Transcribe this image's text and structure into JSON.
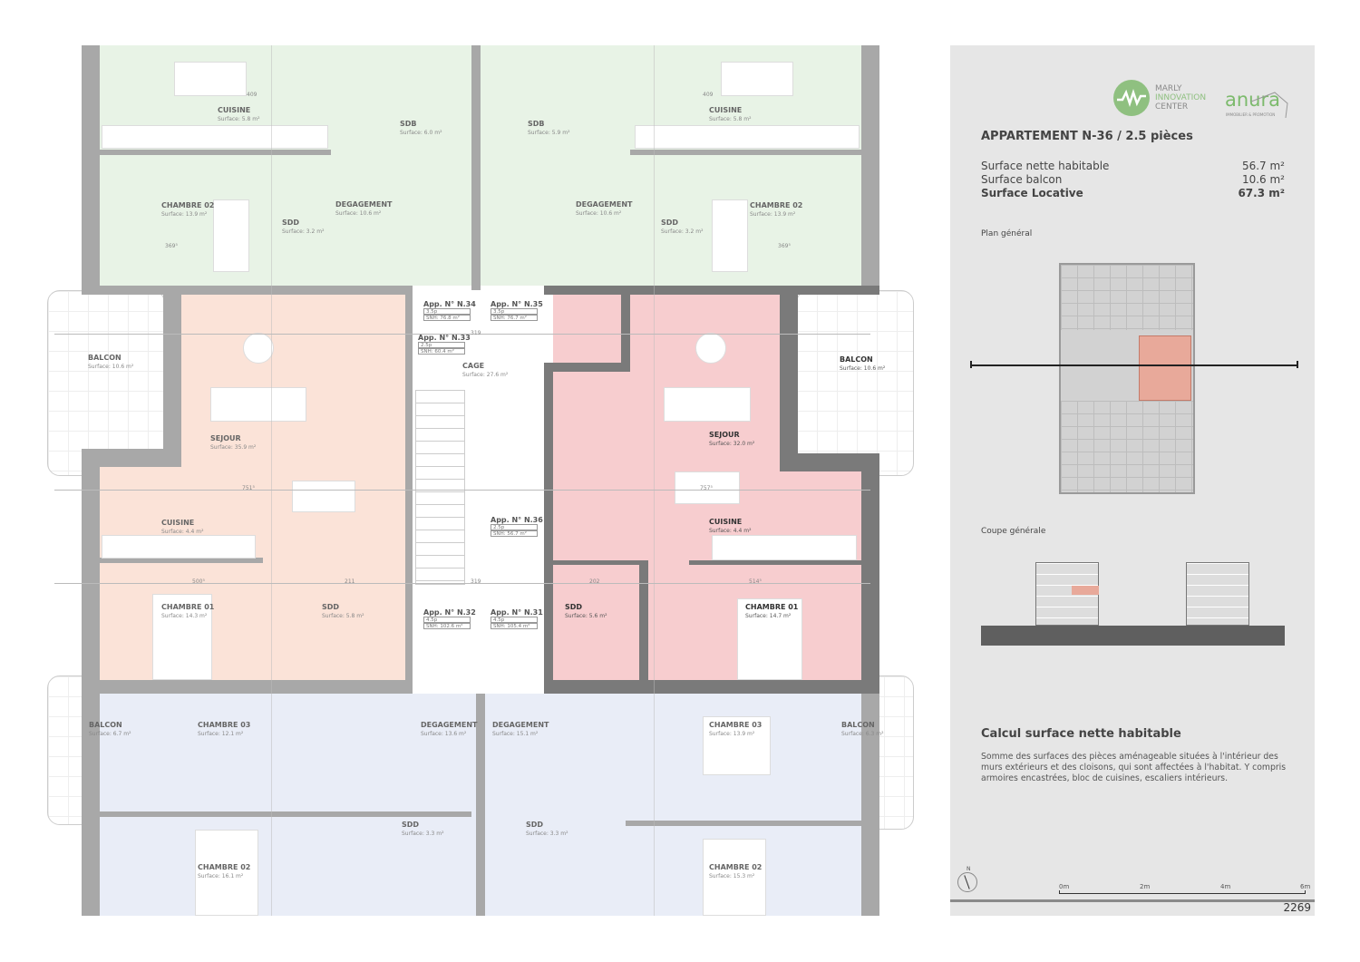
{
  "plan": {
    "rooms_top": [
      {
        "name": "CUISINE",
        "surface": "Surface: 5.8 m²"
      },
      {
        "name": "SDB",
        "surface": "Surface: 6.0 m²"
      },
      {
        "name": "CHAMBRE 02",
        "surface": "Surface: 13.9 m²"
      },
      {
        "name": "DEGAGEMENT",
        "surface": "Surface: 10.6 m²"
      },
      {
        "name": "SDD",
        "surface": "Surface: 3.2 m²"
      },
      {
        "name": "SDB",
        "surface": "Surface: 5.9 m²"
      },
      {
        "name": "CUISINE",
        "surface": "Surface: 5.8 m²"
      },
      {
        "name": "DEGAGEMENT",
        "surface": "Surface: 10.6 m²"
      },
      {
        "name": "SDD",
        "surface": "Surface: 3.2 m²"
      },
      {
        "name": "CHAMBRE 02",
        "surface": "Surface: 13.9 m²"
      }
    ],
    "rooms_left": [
      {
        "name": "BALCON",
        "surface": "Surface: 10.6 m²"
      },
      {
        "name": "SEJOUR",
        "surface": "Surface: 35.9 m²"
      },
      {
        "name": "CUISINE",
        "surface": "Surface: 4.4 m²"
      },
      {
        "name": "CHAMBRE 01",
        "surface": "Surface: 14.3 m²"
      },
      {
        "name": "SDD",
        "surface": "Surface: 5.8 m²"
      }
    ],
    "cage": {
      "name": "CAGE",
      "surface": "Surface: 27.6 m²"
    },
    "rooms_right": [
      {
        "name": "BALCON",
        "surface": "Surface: 10.6 m²"
      },
      {
        "name": "SEJOUR",
        "surface": "Surface: 32.0 m²"
      },
      {
        "name": "CUISINE",
        "surface": "Surface: 4.4 m²"
      },
      {
        "name": "SDD",
        "surface": "Surface: 5.6 m²"
      },
      {
        "name": "CHAMBRE 01",
        "surface": "Surface: 14.7 m²"
      }
    ],
    "rooms_bottom": [
      {
        "name": "BALCON",
        "surface": "Surface: 6.7 m²"
      },
      {
        "name": "CHAMBRE 03",
        "surface": "Surface: 12.1 m²"
      },
      {
        "name": "DEGAGEMENT",
        "surface": "Surface: 13.6 m²"
      },
      {
        "name": "DEGAGEMENT",
        "surface": "Surface: 15.1 m²"
      },
      {
        "name": "CHAMBRE 03",
        "surface": "Surface: 13.9 m²"
      },
      {
        "name": "BALCON",
        "surface": "Surface: 6.3 m²"
      },
      {
        "name": "SDD",
        "surface": "Surface: 3.3 m²"
      },
      {
        "name": "SDD",
        "surface": "Surface: 3.3 m²"
      },
      {
        "name": "CHAMBRE 02",
        "surface": "Surface: 16.1 m²"
      },
      {
        "name": "CHAMBRE 02",
        "surface": "Surface: 15.3 m²"
      }
    ],
    "apartments": [
      {
        "label": "App. N° N.34",
        "type": "3.5p",
        "snh": "SNH: 76.8 m²"
      },
      {
        "label": "App. N° N.35",
        "type": "3.5p",
        "snh": "SNH: 76.7 m²"
      },
      {
        "label": "App. N° N.33",
        "type": "2.5p",
        "snh": "SNH: 60.4 m²"
      },
      {
        "label": "App. N° N.36",
        "type": "2.5p",
        "snh": "SNH: 56.7 m²"
      },
      {
        "label": "App. N° N.32",
        "type": "4.5p",
        "snh": "SNH: 102.6 m²"
      },
      {
        "label": "App. N° N.31",
        "type": "4.5p",
        "snh": "SNH: 105.4 m²"
      }
    ],
    "dims": [
      "751⁵",
      "757⁵",
      "500⁵",
      "514⁵",
      "319",
      "319",
      "409",
      "409",
      "369⁵",
      "369⁵",
      "202",
      "211"
    ],
    "zone_colors": {
      "top": "#e8f3e6",
      "left": "#fbe3d8",
      "right": "#f7cdcf",
      "bottom": "#e9edf7"
    }
  },
  "panel": {
    "logo1": [
      "MARLY",
      "INNOVATION",
      "CENTER"
    ],
    "logo2": "anura",
    "logo2_sub": "IMMOBILIER & PROMOTION",
    "title": "APPARTEMENT N-36 / 2.5 pièces",
    "rows": [
      {
        "label": "Surface nette habitable",
        "value": "56.7 m²"
      },
      {
        "label": "Surface balcon",
        "value": "10.6 m²"
      },
      {
        "label": "Surface Locative",
        "value": "67.3 m²"
      }
    ],
    "plan_general": "Plan général",
    "coupe_generale": "Coupe générale",
    "calc_title": "Calcul surface nette habitable",
    "calc_text": "Somme des surfaces des pièces aménageable situées à l'intérieur des murs extérieurs et des cloisons, qui sont affectées à l'habitat. Y compris armoires encastrées, bloc de cuisines, escaliers intérieurs.",
    "north": "N",
    "scale": [
      "0m",
      "2m",
      "4m",
      "6m"
    ],
    "page_number": "2269",
    "accent": "#8fc080"
  }
}
